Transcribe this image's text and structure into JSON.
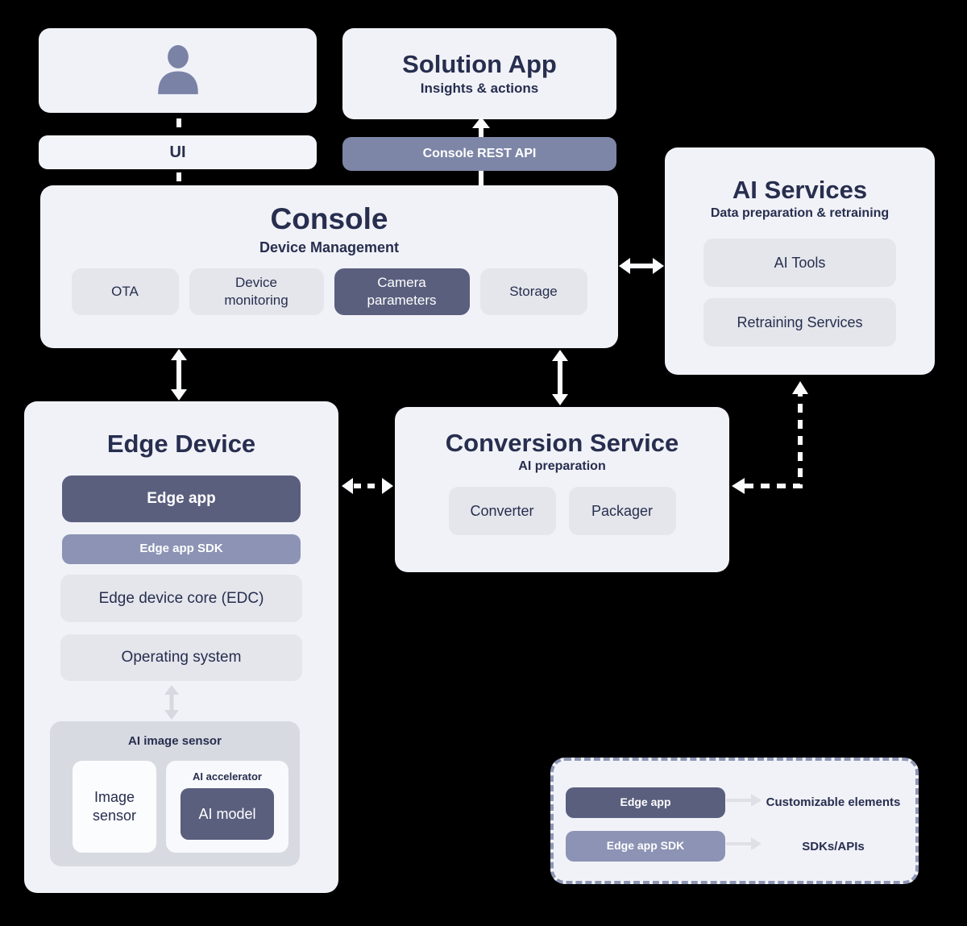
{
  "palette": {
    "background": "#000000",
    "panel": "#f1f2f8",
    "chip": "#e4e6ec",
    "dark_slate": "#5a5f7e",
    "mid_slate": "#8c93b4",
    "bar_slate": "#7d86a7",
    "navy_text": "#272e4e",
    "sensor_gray": "#d8dae2",
    "arrow_white": "#fafbfd",
    "arrow_gray": "#d8d9e0"
  },
  "user_box": {
    "icon": "person-icon"
  },
  "solution_app": {
    "title": "Solution App",
    "subtitle": "Insights & actions"
  },
  "ui_bar": {
    "label": "UI"
  },
  "console_rest_api": {
    "label": "Console REST API"
  },
  "console": {
    "title": "Console",
    "subtitle": "Device Management",
    "modules": [
      "OTA",
      "Device monitoring",
      "Camera parameters",
      "Storage"
    ]
  },
  "ai_services": {
    "title": "AI Services",
    "subtitle": "Data preparation & retraining",
    "modules": [
      "AI Tools",
      "Retraining Services"
    ]
  },
  "edge_device": {
    "title": "Edge Device",
    "edge_app": "Edge app",
    "edge_app_sdk": "Edge app SDK",
    "edge_device_core": "Edge device core (EDC)",
    "operating_system": "Operating system",
    "ai_image_sensor": {
      "title": "AI image sensor",
      "image_sensor": "Image sensor",
      "ai_accelerator": "AI accelerator",
      "ai_model": "AI model"
    }
  },
  "conversion_service": {
    "title": "Conversion Service",
    "subtitle": "AI preparation",
    "modules": [
      "Converter",
      "Packager"
    ]
  },
  "legend": {
    "items": [
      {
        "chip": "Edge app",
        "meaning": "Customizable elements"
      },
      {
        "chip": "Edge app SDK",
        "meaning": "SDKs/APIs"
      }
    ]
  }
}
